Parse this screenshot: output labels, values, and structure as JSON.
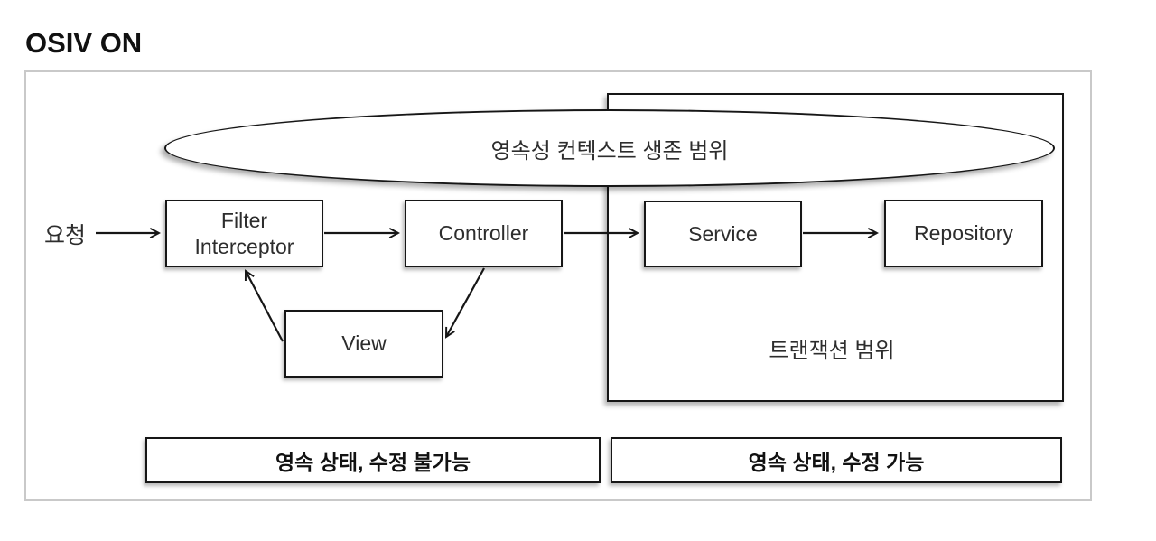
{
  "title": "OSIV ON",
  "request_label": "요청",
  "persistence_scope": {
    "label": "영속성 컨텍스트 생존 범위"
  },
  "transaction_scope": {
    "label": "트랜잭션 범위"
  },
  "nodes": {
    "filter_interceptor": "Filter\nInterceptor",
    "controller": "Controller",
    "service": "Service",
    "repository": "Repository",
    "view": "View"
  },
  "legend": {
    "left": "영속 상태, 수정 불가능",
    "right": "영속 상태, 수정 가능"
  },
  "colors": {
    "stroke": "#161616",
    "container_border": "#c9c9c9",
    "text": "#2d2d2d"
  }
}
